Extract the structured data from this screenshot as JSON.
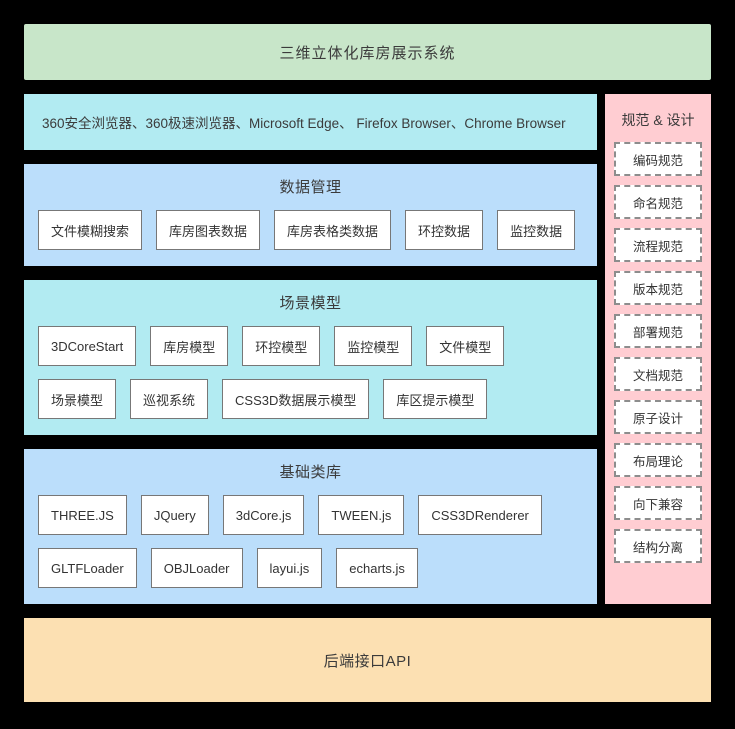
{
  "header": {
    "title": "三维立体化库房展示系统"
  },
  "browsers": {
    "text": "360安全浏览器、360极速浏览器、Microsoft Edge、 Firefox Browser、Chrome Browser"
  },
  "layers": [
    {
      "id": "data-management",
      "title": "数据管理",
      "rows": [
        [
          "文件模糊搜索",
          "库房图表数据",
          "库房表格类数据",
          "环控数据",
          "监控数据"
        ]
      ]
    },
    {
      "id": "scene-model",
      "title": "场景模型",
      "rows": [
        [
          "3DCoreStart",
          "库房模型",
          "环控模型",
          "监控模型",
          "文件模型"
        ],
        [
          "场景模型",
          "巡视系统",
          "CSS3D数据展示模型",
          "库区提示模型"
        ]
      ]
    },
    {
      "id": "base-libraries",
      "title": "基础类库",
      "rows": [
        [
          "THREE.JS",
          "JQuery",
          "3dCore.js",
          "TWEEN.js",
          "CSS3DRenderer"
        ],
        [
          "GLTFLoader",
          "OBJLoader",
          "layui.js",
          "echarts.js"
        ]
      ]
    }
  ],
  "sidebar": {
    "title": "规范 & 设计",
    "items": [
      "编码规范",
      "命名规范",
      "流程规范",
      "版本规范",
      "部署规范",
      "文档规范",
      "原子设计",
      "布局理论",
      "向下兼容",
      "结构分离"
    ]
  },
  "footer": {
    "title": "后端接口API"
  },
  "colors": {
    "background": "#000000",
    "header": "#c8e6c9",
    "browser": "#b2ebf2",
    "data_management": "#bbdefb",
    "scene_model": "#b2ebf2",
    "base_libraries": "#bbdefb",
    "sidebar": "#ffcdd2",
    "footer": "#fce0b2",
    "node_border": "#777777",
    "sidebar_item_border": "#8d8d8d"
  }
}
